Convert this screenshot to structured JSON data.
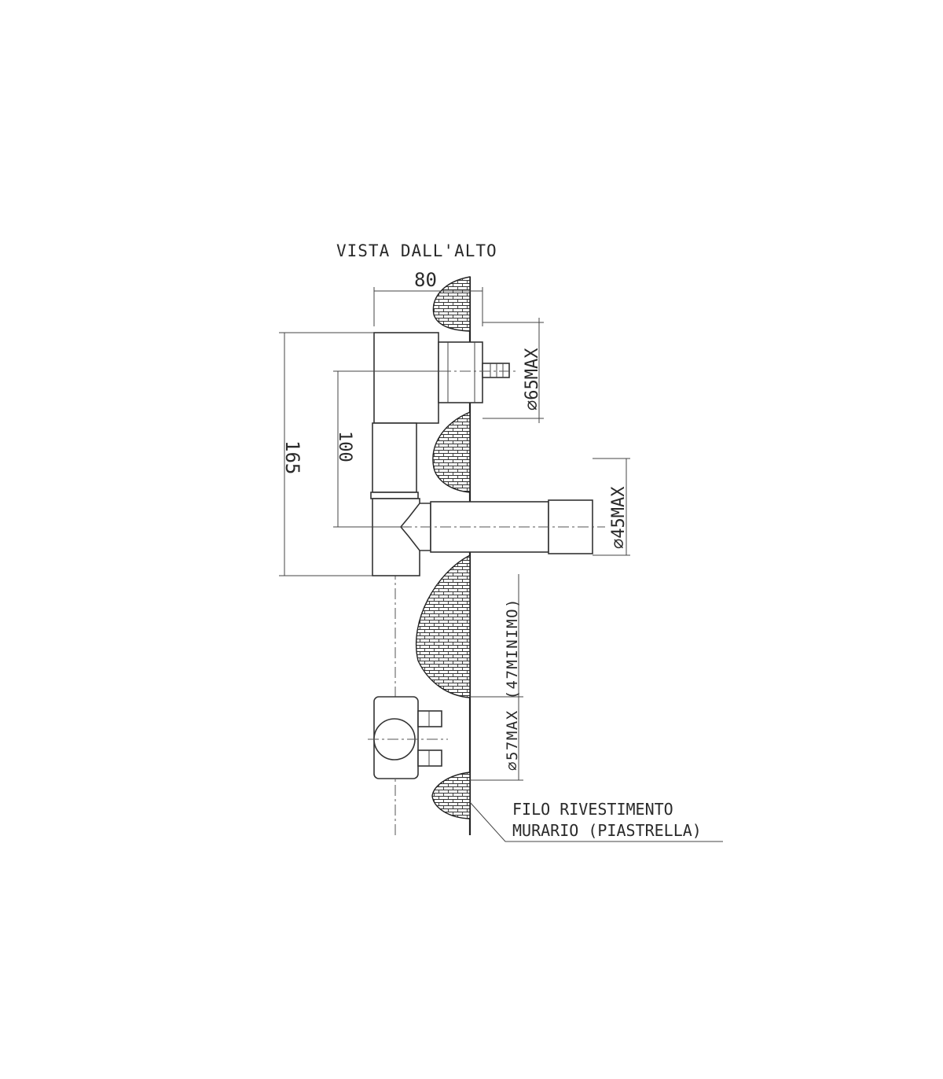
{
  "view_title": "VISTA DALL'ALTO",
  "dimensions": {
    "width_top": "80",
    "overall_length": "165",
    "inner_length": "100",
    "diameter_top": "⌀65MAX",
    "diameter_middle": "⌀45MAX",
    "diameter_bottom": "⌀57MAX (47MINIMO)"
  },
  "wall_note": {
    "line1": "FILO RIVESTIMENTO",
    "line2": "MURARIO (PIASTRELLA)"
  }
}
